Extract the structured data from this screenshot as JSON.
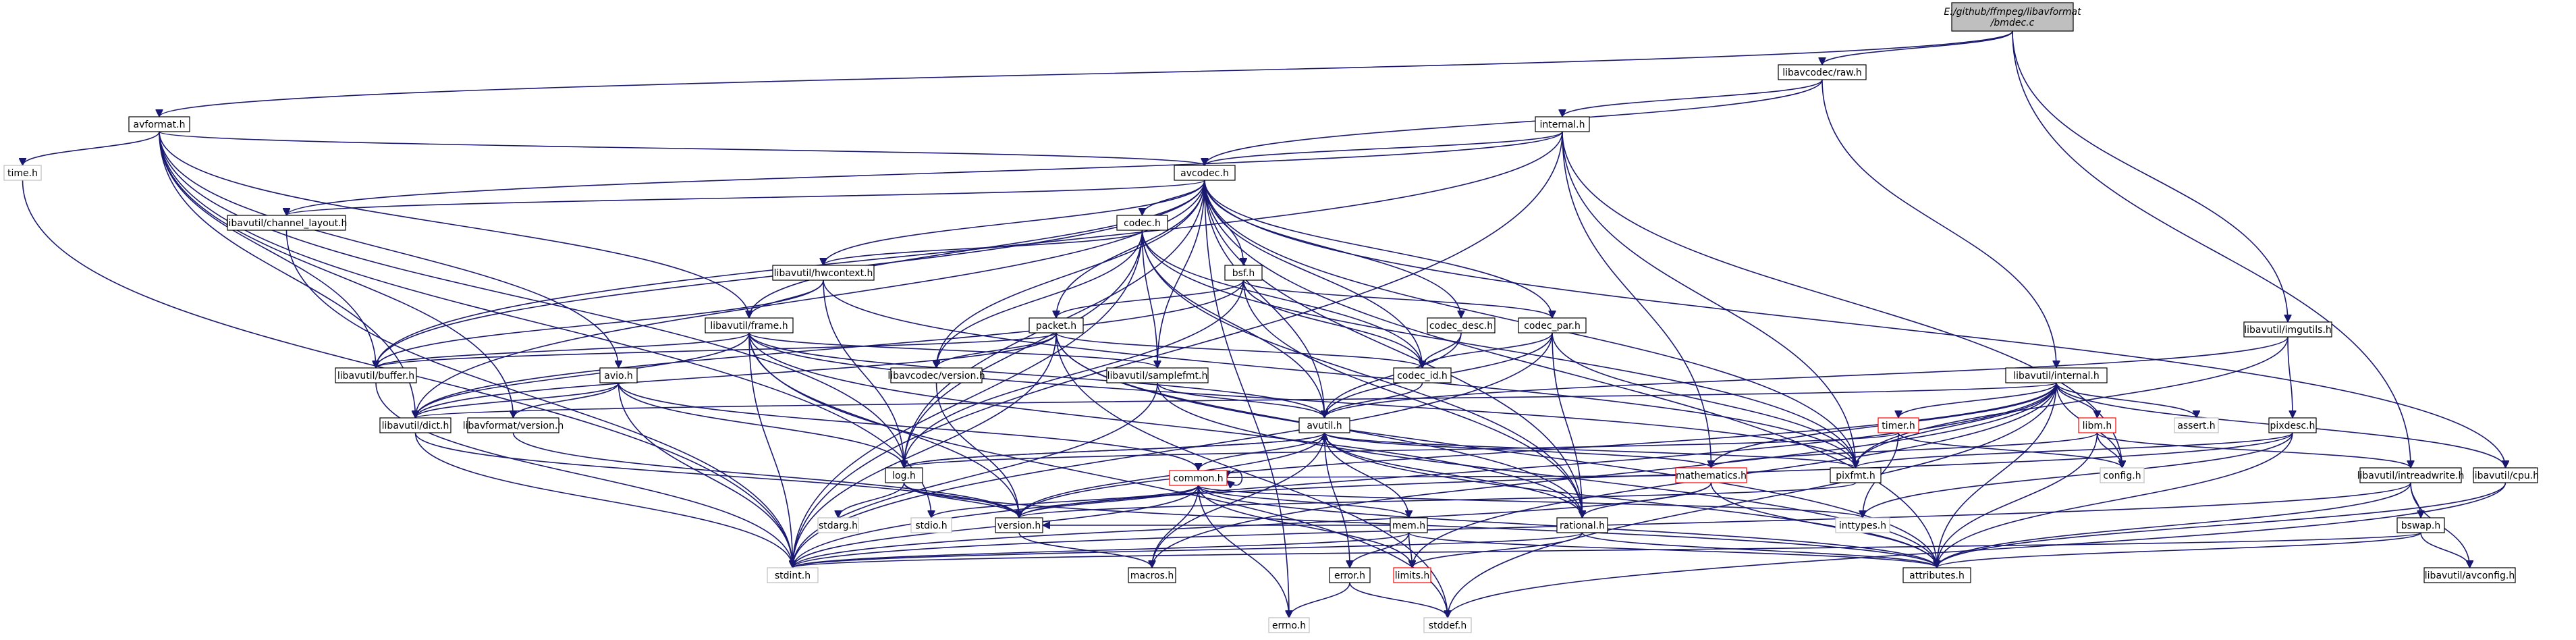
{
  "colors": {
    "edge": "#191970",
    "node_border": "#000000",
    "root_fill": "#bfbfbf",
    "red_border": "#ff0000",
    "gray_border": "#bfbfbf"
  },
  "diagram": {
    "type": "include-dependency-graph",
    "nodes": [
      {
        "id": "root",
        "label": [
          "E:/github/ffmpeg/libavformat",
          "/bmdec.c"
        ],
        "style": "root"
      },
      {
        "id": "libavcodec_raw",
        "label": [
          "libavcodec/raw.h"
        ]
      },
      {
        "id": "avformat",
        "label": [
          "avformat.h"
        ]
      },
      {
        "id": "internal",
        "label": [
          "internal.h"
        ]
      },
      {
        "id": "time",
        "label": [
          "time.h"
        ],
        "style": "gray"
      },
      {
        "id": "avcodec",
        "label": [
          "avcodec.h"
        ]
      },
      {
        "id": "channel_layout",
        "label": [
          "libavutil/channel_layout.h"
        ]
      },
      {
        "id": "codec",
        "label": [
          "codec.h"
        ]
      },
      {
        "id": "hwcontext",
        "label": [
          "libavutil/hwcontext.h"
        ]
      },
      {
        "id": "bsf",
        "label": [
          "bsf.h"
        ]
      },
      {
        "id": "frame",
        "label": [
          "libavutil/frame.h"
        ]
      },
      {
        "id": "packet",
        "label": [
          "packet.h"
        ]
      },
      {
        "id": "codec_desc",
        "label": [
          "codec_desc.h"
        ]
      },
      {
        "id": "codec_par",
        "label": [
          "codec_par.h"
        ]
      },
      {
        "id": "buffer",
        "label": [
          "libavutil/buffer.h"
        ]
      },
      {
        "id": "lc_version",
        "label": [
          "libavcodec/version.h"
        ]
      },
      {
        "id": "samplefmt",
        "label": [
          "libavutil/samplefmt.h"
        ]
      },
      {
        "id": "codec_id",
        "label": [
          "codec_id.h"
        ]
      },
      {
        "id": "avio",
        "label": [
          "avio.h"
        ]
      },
      {
        "id": "dict",
        "label": [
          "libavutil/dict.h"
        ]
      },
      {
        "id": "lf_version",
        "label": [
          "libavformat/version.h"
        ]
      },
      {
        "id": "avutil",
        "label": [
          "avutil.h"
        ]
      },
      {
        "id": "lu_internal",
        "label": [
          "libavutil/internal.h"
        ]
      },
      {
        "id": "imgutils",
        "label": [
          "libavutil/imgutils.h"
        ]
      },
      {
        "id": "timer",
        "label": [
          "timer.h"
        ],
        "style": "red"
      },
      {
        "id": "libm",
        "label": [
          "libm.h"
        ],
        "style": "red"
      },
      {
        "id": "assert",
        "label": [
          "assert.h"
        ],
        "style": "gray"
      },
      {
        "id": "pixdesc",
        "label": [
          "pixdesc.h"
        ]
      },
      {
        "id": "log",
        "label": [
          "log.h"
        ]
      },
      {
        "id": "common",
        "label": [
          "common.h"
        ],
        "style": "red"
      },
      {
        "id": "mathematics",
        "label": [
          "mathematics.h"
        ],
        "style": "red"
      },
      {
        "id": "pixfmt",
        "label": [
          "pixfmt.h"
        ]
      },
      {
        "id": "config",
        "label": [
          "config.h"
        ],
        "style": "gray"
      },
      {
        "id": "intreadwrite",
        "label": [
          "libavutil/intreadwrite.h"
        ]
      },
      {
        "id": "cpu",
        "label": [
          "libavutil/cpu.h"
        ]
      },
      {
        "id": "stdarg",
        "label": [
          "stdarg.h"
        ],
        "style": "gray"
      },
      {
        "id": "stdio",
        "label": [
          "stdio.h"
        ],
        "style": "gray"
      },
      {
        "id": "version",
        "label": [
          "version.h"
        ]
      },
      {
        "id": "mem",
        "label": [
          "mem.h"
        ]
      },
      {
        "id": "rational",
        "label": [
          "rational.h"
        ]
      },
      {
        "id": "inttypes",
        "label": [
          "inttypes.h"
        ],
        "style": "gray"
      },
      {
        "id": "bswap",
        "label": [
          "bswap.h"
        ]
      },
      {
        "id": "stdint",
        "label": [
          "stdint.h"
        ],
        "style": "gray"
      },
      {
        "id": "macros",
        "label": [
          "macros.h"
        ]
      },
      {
        "id": "error",
        "label": [
          "error.h"
        ]
      },
      {
        "id": "limits",
        "label": [
          "limits.h"
        ],
        "style": "red"
      },
      {
        "id": "attributes",
        "label": [
          "attributes.h"
        ]
      },
      {
        "id": "avconfig",
        "label": [
          "libavutil/avconfig.h"
        ]
      },
      {
        "id": "errno",
        "label": [
          "errno.h"
        ],
        "style": "gray"
      },
      {
        "id": "stddef",
        "label": [
          "stddef.h"
        ],
        "style": "gray"
      }
    ],
    "edges": [
      [
        "root",
        "libavcodec_raw"
      ],
      [
        "root",
        "avformat"
      ],
      [
        "root",
        "imgutils"
      ],
      [
        "root",
        "intreadwrite"
      ],
      [
        "libavcodec_raw",
        "avcodec"
      ],
      [
        "libavcodec_raw",
        "internal"
      ],
      [
        "libavcodec_raw",
        "lu_internal"
      ],
      [
        "avformat",
        "time"
      ],
      [
        "avformat",
        "stdio"
      ],
      [
        "avformat",
        "avcodec"
      ],
      [
        "avformat",
        "dict"
      ],
      [
        "avformat",
        "log"
      ],
      [
        "avformat",
        "avio"
      ],
      [
        "avformat",
        "lf_version"
      ],
      [
        "avformat",
        "frame"
      ],
      [
        "avformat",
        "buffer"
      ],
      [
        "internal",
        "avcodec"
      ],
      [
        "internal",
        "channel_layout"
      ],
      [
        "internal",
        "buffer"
      ],
      [
        "internal",
        "pixfmt"
      ],
      [
        "internal",
        "mathematics"
      ],
      [
        "internal",
        "config"
      ],
      [
        "internal",
        "stdint"
      ],
      [
        "time",
        "stdint"
      ],
      [
        "avcodec",
        "errno"
      ],
      [
        "avcodec",
        "samplefmt"
      ],
      [
        "avcodec",
        "attributes"
      ],
      [
        "avcodec",
        "avutil"
      ],
      [
        "avcodec",
        "buffer"
      ],
      [
        "avcodec",
        "cpu"
      ],
      [
        "avcodec",
        "channel_layout"
      ],
      [
        "avcodec",
        "dict"
      ],
      [
        "avcodec",
        "frame"
      ],
      [
        "avcodec",
        "hwcontext"
      ],
      [
        "avcodec",
        "log"
      ],
      [
        "avcodec",
        "pixfmt"
      ],
      [
        "avcodec",
        "rational"
      ],
      [
        "avcodec",
        "codec"
      ],
      [
        "avcodec",
        "codec_desc"
      ],
      [
        "avcodec",
        "codec_id"
      ],
      [
        "avcodec",
        "codec_par"
      ],
      [
        "avcodec",
        "packet"
      ],
      [
        "avcodec",
        "lc_version"
      ],
      [
        "avcodec",
        "bsf"
      ],
      [
        "channel_layout",
        "stdint"
      ],
      [
        "codec",
        "stdint"
      ],
      [
        "codec",
        "avutil"
      ],
      [
        "codec",
        "hwcontext"
      ],
      [
        "codec",
        "log"
      ],
      [
        "codec",
        "pixfmt"
      ],
      [
        "codec",
        "rational"
      ],
      [
        "codec",
        "samplefmt"
      ],
      [
        "codec",
        "lc_version"
      ],
      [
        "codec",
        "codec_id"
      ],
      [
        "hwcontext",
        "buffer"
      ],
      [
        "hwcontext",
        "frame"
      ],
      [
        "hwcontext",
        "log"
      ],
      [
        "hwcontext",
        "pixfmt"
      ],
      [
        "bsf",
        "dict"
      ],
      [
        "bsf",
        "log"
      ],
      [
        "bsf",
        "rational"
      ],
      [
        "bsf",
        "codec_id"
      ],
      [
        "bsf",
        "codec_par"
      ],
      [
        "bsf",
        "packet"
      ],
      [
        "frame",
        "stddef"
      ],
      [
        "frame",
        "stdint"
      ],
      [
        "frame",
        "avutil"
      ],
      [
        "frame",
        "buffer"
      ],
      [
        "frame",
        "dict"
      ],
      [
        "frame",
        "rational"
      ],
      [
        "frame",
        "samplefmt"
      ],
      [
        "frame",
        "pixfmt"
      ],
      [
        "frame",
        "version"
      ],
      [
        "packet",
        "stddef"
      ],
      [
        "packet",
        "stdint"
      ],
      [
        "packet",
        "attributes"
      ],
      [
        "packet",
        "buffer"
      ],
      [
        "packet",
        "dict"
      ],
      [
        "packet",
        "rational"
      ],
      [
        "packet",
        "codec_id"
      ],
      [
        "packet",
        "lc_version"
      ],
      [
        "codec_desc",
        "avutil"
      ],
      [
        "codec_desc",
        "codec_id"
      ],
      [
        "codec_par",
        "stdint"
      ],
      [
        "codec_par",
        "avutil"
      ],
      [
        "codec_par",
        "rational"
      ],
      [
        "codec_par",
        "pixfmt"
      ],
      [
        "codec_par",
        "codec_id"
      ],
      [
        "buffer",
        "stdint"
      ],
      [
        "lc_version",
        "version"
      ],
      [
        "samplefmt",
        "stdint"
      ],
      [
        "samplefmt",
        "avutil"
      ],
      [
        "samplefmt",
        "attributes"
      ],
      [
        "codec_id",
        "avutil"
      ],
      [
        "avio",
        "stdint"
      ],
      [
        "avio",
        "common"
      ],
      [
        "avio",
        "dict"
      ],
      [
        "avio",
        "log"
      ],
      [
        "avio",
        "lf_version"
      ],
      [
        "dict",
        "stdint"
      ],
      [
        "dict",
        "version"
      ],
      [
        "lf_version",
        "version"
      ],
      [
        "avutil",
        "attributes"
      ],
      [
        "avutil",
        "macros"
      ],
      [
        "avutil",
        "version"
      ],
      [
        "avutil",
        "common"
      ],
      [
        "avutil",
        "error"
      ],
      [
        "avutil",
        "rational"
      ],
      [
        "avutil",
        "mathematics"
      ],
      [
        "avutil",
        "log"
      ],
      [
        "avutil",
        "pixfmt"
      ],
      [
        "lu_internal",
        "limits"
      ],
      [
        "lu_internal",
        "stdint"
      ],
      [
        "lu_internal",
        "stddef"
      ],
      [
        "lu_internal",
        "assert"
      ],
      [
        "lu_internal",
        "config"
      ],
      [
        "lu_internal",
        "attributes"
      ],
      [
        "lu_internal",
        "timer"
      ],
      [
        "lu_internal",
        "cpu"
      ],
      [
        "lu_internal",
        "dict"
      ],
      [
        "lu_internal",
        "pixfmt"
      ],
      [
        "lu_internal",
        "version"
      ],
      [
        "lu_internal",
        "macros"
      ],
      [
        "lu_internal",
        "mathematics"
      ],
      [
        "lu_internal",
        "libm"
      ],
      [
        "imgutils",
        "avutil"
      ],
      [
        "imgutils",
        "pixdesc"
      ],
      [
        "imgutils",
        "pixfmt"
      ],
      [
        "timer",
        "config"
      ],
      [
        "timer",
        "inttypes"
      ],
      [
        "timer",
        "log"
      ],
      [
        "libm",
        "attributes"
      ],
      [
        "libm",
        "intreadwrite"
      ],
      [
        "libm",
        "mathematics"
      ],
      [
        "libm",
        "config"
      ],
      [
        "pixdesc",
        "inttypes"
      ],
      [
        "pixdesc",
        "attributes"
      ],
      [
        "pixdesc",
        "pixfmt"
      ],
      [
        "pixdesc",
        "version"
      ],
      [
        "log",
        "stdarg"
      ],
      [
        "log",
        "avutil"
      ],
      [
        "log",
        "attributes"
      ],
      [
        "log",
        "version"
      ],
      [
        "common",
        "errno"
      ],
      [
        "common",
        "inttypes"
      ],
      [
        "common",
        "limits"
      ],
      [
        "common",
        "stdint"
      ],
      [
        "common",
        "stdio"
      ],
      [
        "common",
        "attributes"
      ],
      [
        "common",
        "macros"
      ],
      [
        "common",
        "version"
      ],
      [
        "common",
        "common"
      ],
      [
        "common",
        "mem"
      ],
      [
        "mathematics",
        "stdint"
      ],
      [
        "mathematics",
        "attributes"
      ],
      [
        "mathematics",
        "rational"
      ],
      [
        "mathematics",
        "common"
      ],
      [
        "pixfmt",
        "version"
      ],
      [
        "intreadwrite",
        "stdint"
      ],
      [
        "intreadwrite",
        "avconfig"
      ],
      [
        "intreadwrite",
        "attributes"
      ],
      [
        "intreadwrite",
        "bswap"
      ],
      [
        "cpu",
        "stddef"
      ],
      [
        "cpu",
        "attributes"
      ],
      [
        "version",
        "macros"
      ],
      [
        "mem",
        "limits"
      ],
      [
        "mem",
        "stdint"
      ],
      [
        "mem",
        "attributes"
      ],
      [
        "mem",
        "error"
      ],
      [
        "mem",
        "avutil"
      ],
      [
        "mem",
        "version"
      ],
      [
        "rational",
        "stdint"
      ],
      [
        "rational",
        "limits"
      ],
      [
        "rational",
        "attributes"
      ],
      [
        "bswap",
        "stdint"
      ],
      [
        "bswap",
        "avconfig"
      ],
      [
        "bswap",
        "attributes"
      ],
      [
        "error",
        "errno"
      ],
      [
        "error",
        "stddef"
      ]
    ]
  }
}
